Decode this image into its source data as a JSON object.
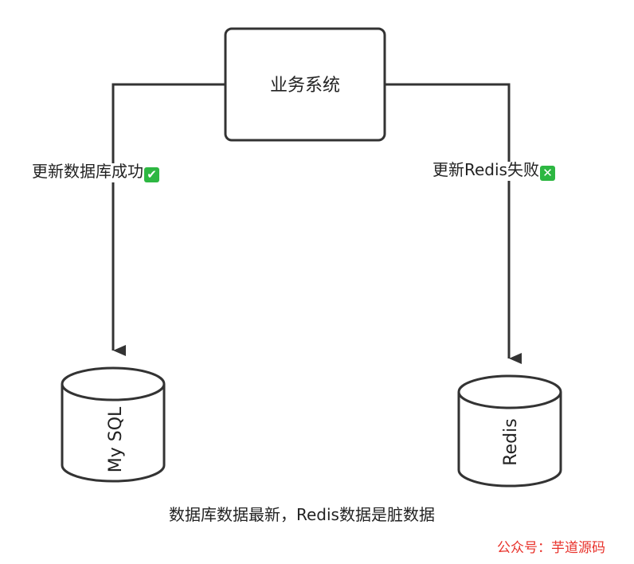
{
  "diagram": {
    "system_box_label": "业务系统",
    "left_edge_label": "更新数据库成功",
    "left_edge_status_icon": "check-mark-icon",
    "left_edge_status_glyph": "✔",
    "right_edge_label": "更新Redis失败",
    "right_edge_status_icon": "cross-mark-icon",
    "right_edge_status_glyph": "✕",
    "left_db_label": "My SQL",
    "right_db_label": "Redis",
    "caption": "数据库数据最新，Redis数据是脏数据",
    "watermark": "公众号：芋道源码",
    "colors": {
      "stroke": "#333333",
      "check_green": "#2db742",
      "cross_green": "#2db742",
      "watermark_red": "#e8322b"
    }
  }
}
